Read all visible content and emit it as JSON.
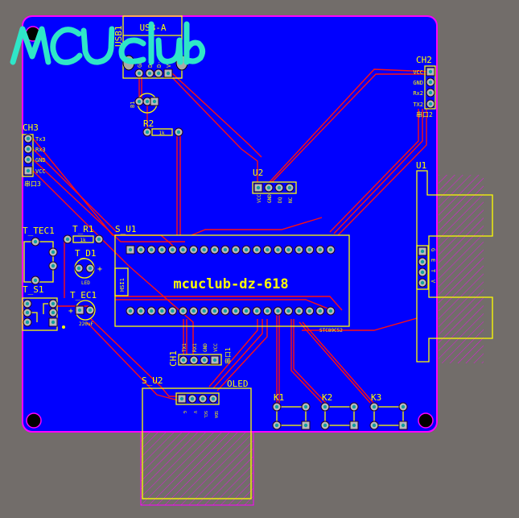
{
  "logo_text": "MCUclub",
  "colors": {
    "board": "#0000ff",
    "edge": "#ff00ff",
    "silk": "#ffff00",
    "trace": "#ff1010",
    "background": "#726d6a",
    "logo": "#2fe6c8"
  },
  "components": {
    "usb": {
      "ref": "USB1",
      "value": "USB-A",
      "pins": [
        "GND",
        "D+",
        "D-",
        "V"
      ]
    },
    "r2": {
      "ref": "R2",
      "value": "1k"
    },
    "q1": {
      "ref": "B1"
    },
    "ch3": {
      "ref": "CH3",
      "pins": [
        "Tx3",
        "Rx3",
        "GND",
        "VCC"
      ],
      "note": "串口3"
    },
    "ch2": {
      "ref": "CH2",
      "pins": [
        "VCC",
        "GND",
        "Rx2",
        "TX2"
      ],
      "note": "串口2"
    },
    "u2": {
      "ref": "U2",
      "pins": [
        "VCC",
        "GND",
        "DQ",
        "NC"
      ]
    },
    "u1": {
      "ref": "U1",
      "pins": [
        "G",
        "E",
        "T",
        "V"
      ]
    },
    "s_u1": {
      "ref": "S_U1",
      "value": "mcuclub-dz-618",
      "notch": "HSI1",
      "footer": "STC89C52"
    },
    "t_tec1": {
      "ref": "T_TEC1"
    },
    "t_r1": {
      "ref": "T_R1",
      "value": "1k"
    },
    "t_d1": {
      "ref": "T_D1",
      "value": "LED",
      "polarity": "+"
    },
    "t_s1": {
      "ref": "T_S1"
    },
    "t_ec1": {
      "ref": "T_EC1",
      "value": "220uF",
      "polarity": "+"
    },
    "ch1": {
      "ref": "CH1",
      "pins": [
        "TX1",
        "RX1",
        "GND",
        "VCC"
      ],
      "note": "串口1"
    },
    "s_u2": {
      "ref": "S_U2",
      "value": "OLED",
      "pins": [
        "G",
        "V",
        "SCL",
        "SDA"
      ]
    },
    "k1": {
      "ref": "K1"
    },
    "k2": {
      "ref": "K2"
    },
    "k3": {
      "ref": "K3"
    }
  }
}
